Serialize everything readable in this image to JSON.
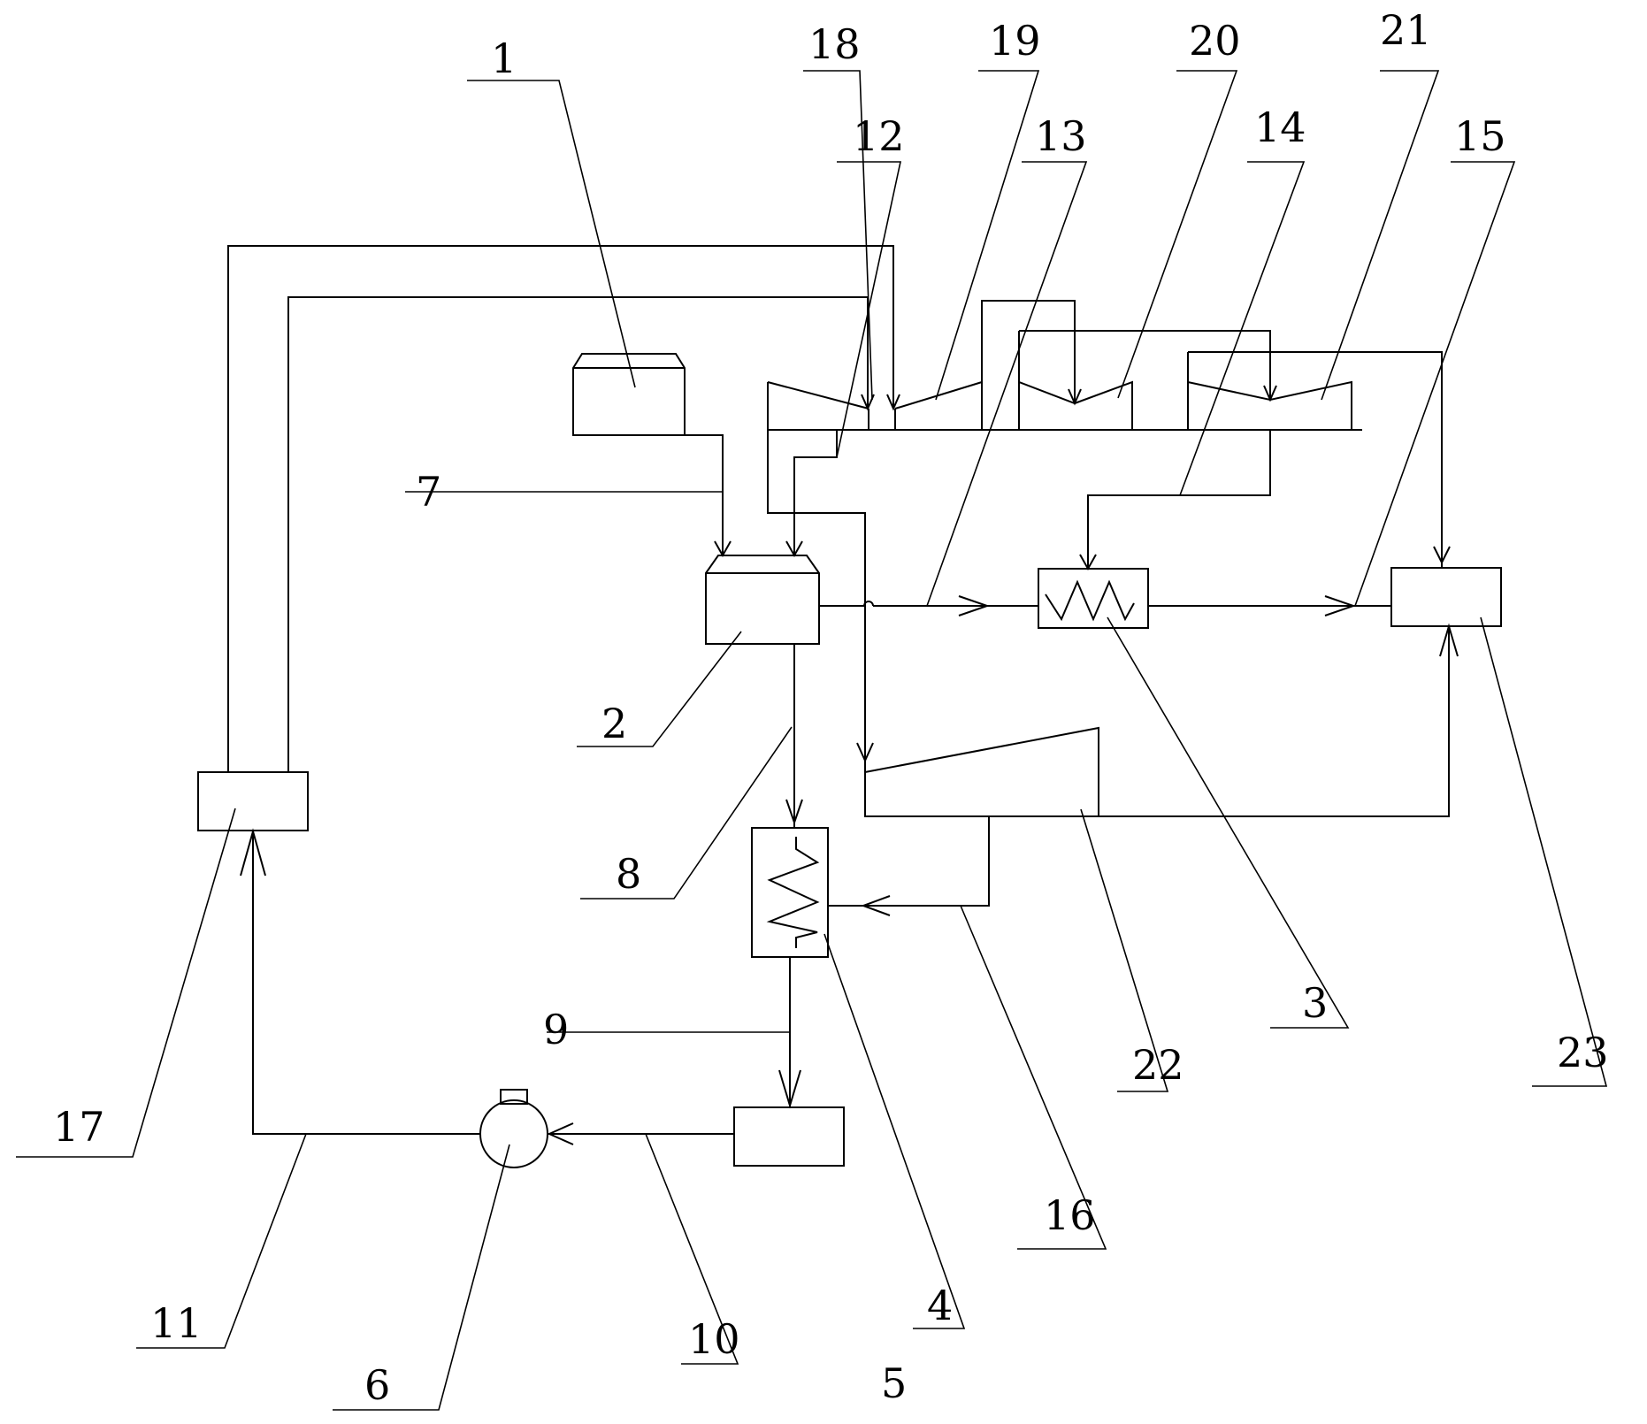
{
  "labels": [
    {
      "id": "1",
      "text": "1"
    },
    {
      "id": "2",
      "text": "2"
    },
    {
      "id": "3",
      "text": "3"
    },
    {
      "id": "4",
      "text": "4"
    },
    {
      "id": "5",
      "text": "5"
    },
    {
      "id": "6",
      "text": "6"
    },
    {
      "id": "7",
      "text": "7"
    },
    {
      "id": "8",
      "text": "8"
    },
    {
      "id": "9",
      "text": "9"
    },
    {
      "id": "10",
      "text": "10"
    },
    {
      "id": "11",
      "text": "11"
    },
    {
      "id": "12",
      "text": "12"
    },
    {
      "id": "13",
      "text": "13"
    },
    {
      "id": "14",
      "text": "14"
    },
    {
      "id": "15",
      "text": "15"
    },
    {
      "id": "16",
      "text": "16"
    },
    {
      "id": "17",
      "text": "17"
    },
    {
      "id": "18",
      "text": "18"
    },
    {
      "id": "19",
      "text": "19"
    },
    {
      "id": "20",
      "text": "20"
    },
    {
      "id": "21",
      "text": "21"
    },
    {
      "id": "22",
      "text": "22"
    },
    {
      "id": "23",
      "text": "23"
    }
  ]
}
